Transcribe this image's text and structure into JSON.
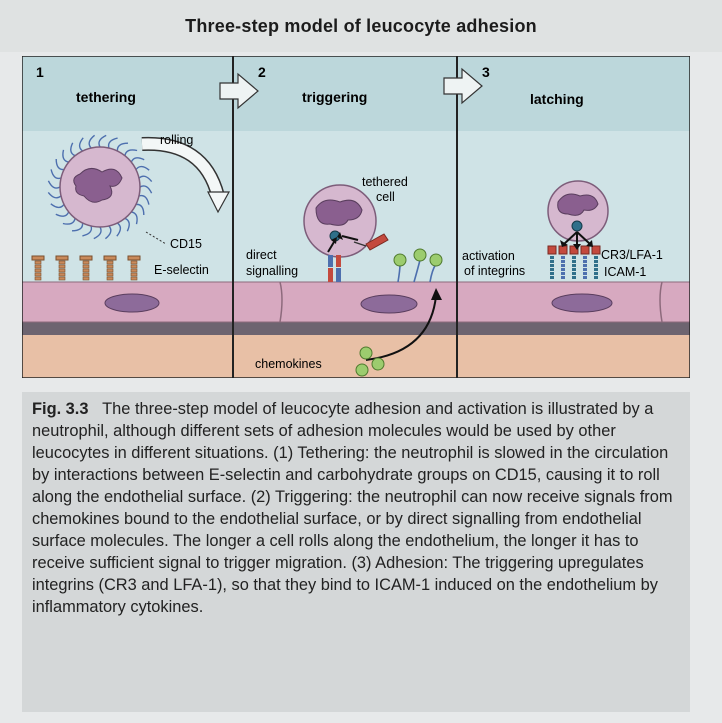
{
  "title": "Three-step model of leucocyte adhesion",
  "steps": [
    {
      "number": "1",
      "label": "tethering"
    },
    {
      "number": "2",
      "label": "triggering"
    },
    {
      "number": "3",
      "label": "latching"
    }
  ],
  "labels": {
    "rolling": "rolling",
    "cd15": "CD15",
    "e_selectin": "E-selectin",
    "tethered_1": "tethered",
    "tethered_2": "cell",
    "direct": "direct",
    "signalling": "signalling",
    "activation": "activation",
    "of_integrins": "of integrins",
    "cr3_lfa1": "CR3/LFA-1",
    "icam1": "ICAM-1",
    "chemokines": "chemokines"
  },
  "caption": {
    "figure_number": "Fig. 3.3",
    "text": "The three-step model of leucocyte adhesion and activation is illustrated by a neutrophil, although different sets of adhesion molecules would be used by other leucocytes in different situations. (1) Tethering: the neutrophil is slowed in the circulation by interactions between E-selectin and carbohydrate groups on CD15, causing it to roll along the endothelial surface. (2) Triggering: the neutrophil can now receive signals from chemokines bound to the endothelial surface, or by direct signalling from endothelial surface molecules. The longer a cell rolls along the endothelium, the longer it has to receive sufficient signal to trigger migration. (3) Adhesion: The triggering upregulates integrins (CR3 and LFA-1), so that they bind to ICAM-1 induced on the endothelium by inflammatory cytokines."
  },
  "colors": {
    "sky": "#cfe3e6",
    "cell_membrane": "#d6b8cf",
    "cell_nucleus": "#8a5f8f",
    "endothelium": "#d7a9c0",
    "basement": "#6d6470",
    "tissue": "#e8c0a6",
    "chemokine": "#9ccc6e",
    "selectin": "#c98a5b"
  }
}
